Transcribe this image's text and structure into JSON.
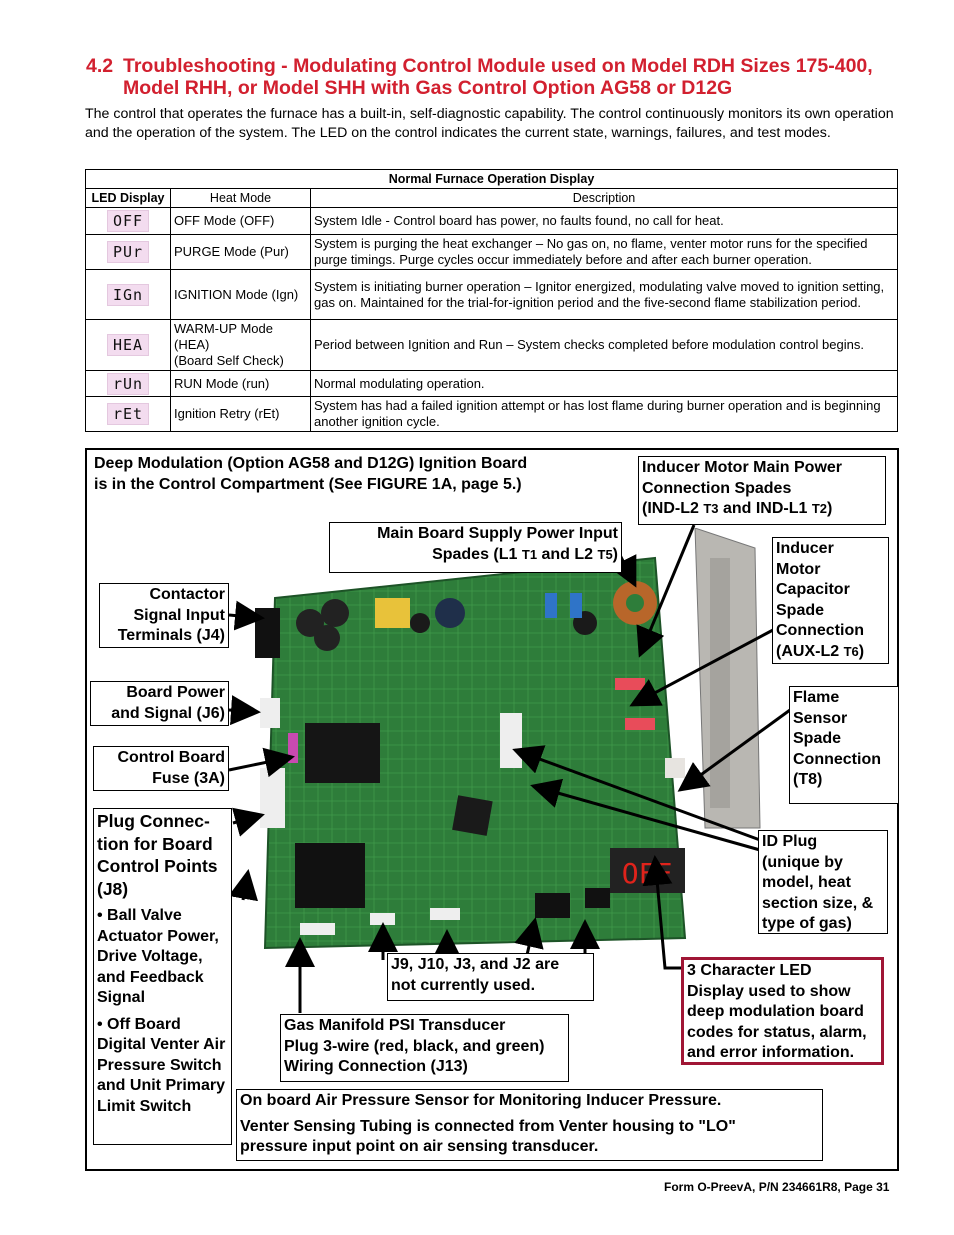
{
  "heading": {
    "number": "4.2",
    "line1": "Troubleshooting - Modulating Control Module used on Model RDH Sizes 175-400,",
    "line2": "Model RHH, or Model SHH with Gas Control Option AG58 or D12G"
  },
  "intro": "The control that operates the furnace has a built-in, self-diagnostic capability. The control continuously monitors its own operation and the operation of the system. The LED on the control indicates the current state, warnings, failures, and test modes.",
  "table": {
    "caption": "Normal Furnace Operation Display",
    "headers": [
      "LED Display",
      "Heat Mode",
      "Description"
    ],
    "rows": [
      {
        "led": "OFF",
        "mode": "OFF Mode (OFF)",
        "mode_lines": [],
        "desc": "System Idle - Control board has power, no faults found, no call for heat."
      },
      {
        "led": "PUr",
        "mode": "PURGE Mode (Pur)",
        "mode_lines": [],
        "desc": "System is purging the heat exchanger – No gas on, no flame, venter motor runs for the specified purge timings. Purge cycles occur immediately before and after each burner operation."
      },
      {
        "led": "IGn",
        "mode": "IGNITION Mode (Ign)",
        "mode_lines": [],
        "desc": "System is initiating burner operation – Ignitor energized, modulating valve moved to ignition setting, gas on. Maintained for the trial-for-ignition period and the five-second flame stabilization period."
      },
      {
        "led": "HEA",
        "mode": "",
        "mode_lines": [
          "WARM-UP Mode",
          "(HEA)",
          "(Board Self Check)"
        ],
        "desc": "Period between Ignition and Run – System checks completed before modulation control begins."
      },
      {
        "led": "rUn",
        "mode": "RUN Mode (run)",
        "mode_lines": [],
        "desc": "Normal modulating operation."
      },
      {
        "led": "rEt",
        "mode": "Ignition Retry (rEt)",
        "mode_lines": [],
        "desc": "System has had a failed ignition attempt or has lost flame during burner operation and is beginning another ignition cycle."
      }
    ]
  },
  "figure": {
    "heading": [
      "Deep Modulation (Option AG58 and D12G) Ignition Board",
      "is in the Control Compartment (See FIGURE 1A, page 5.)"
    ],
    "board_led_text": "OFF",
    "callouts": {
      "inducer_main": [
        "Inducer Motor Main Power",
        "Connection Spades"
      ],
      "inducer_main_b": {
        "a": "(IND-L2 ",
        "b": "T3",
        "c": " and IND-L1 ",
        "d": "T2",
        "e": ")"
      },
      "supply": {
        "l1": "Main Board Supply Power Input",
        "a": "Spades (L1 ",
        "b": "T1",
        "c": " and L2 ",
        "d": "T5",
        "e": ")"
      },
      "capacitor": {
        "lines": [
          "Inducer",
          "Motor",
          "Capacitor",
          "Spade",
          "Connection"
        ],
        "a": "(AUX-L2 ",
        "b": "T6",
        "c": ")"
      },
      "contactor": [
        "Contactor",
        "Signal Input",
        "Terminals (J4)"
      ],
      "flame": [
        "Flame",
        "Sensor",
        "Spade",
        "Connection",
        "(T8)"
      ],
      "board_power": [
        "Board Power",
        "and Signal (J6)"
      ],
      "fuse": [
        "Control Board",
        "Fuse (3A)"
      ],
      "plug_j8": {
        "title": [
          "Plug Connec-",
          "tion for Board",
          "Control Points",
          "(J8)"
        ],
        "bullet1": "• Ball Valve Actuator Power, Drive Voltage, and Feedback Signal",
        "bullet2": "• Off Board Digital Venter Air Pressure Switch and Unit Primary Limit Switch"
      },
      "id_plug": [
        "ID Plug",
        "(unique by",
        "model, heat",
        "section size, &",
        "type of gas)"
      ],
      "unused": [
        "J9, J10, J3, and J2 are",
        "not currently used."
      ],
      "led_display": [
        "3 Character LED",
        "Display used to show",
        "deep modulation board",
        "codes for status, alarm,",
        "and error information."
      ],
      "gas_manifold": [
        "Gas Manifold PSI Transducer",
        "Plug 3-wire (red, black, and green)",
        "Wiring Connection (J13)"
      ],
      "pressure": [
        "On board Air Pressure Sensor for Monitoring Inducer Pressure.",
        "Venter Sensing Tubing is connected from Venter housing to \"LO\"",
        "pressure input point on air sensing transducer."
      ]
    },
    "colors": {
      "board_green": "#2e7d3a",
      "led_red": "#e0231b",
      "callout_red": "#a01635",
      "heading_red": "#d2202f"
    }
  },
  "footer": "Form O-PreevA, P/N 234661R8, Page 31"
}
